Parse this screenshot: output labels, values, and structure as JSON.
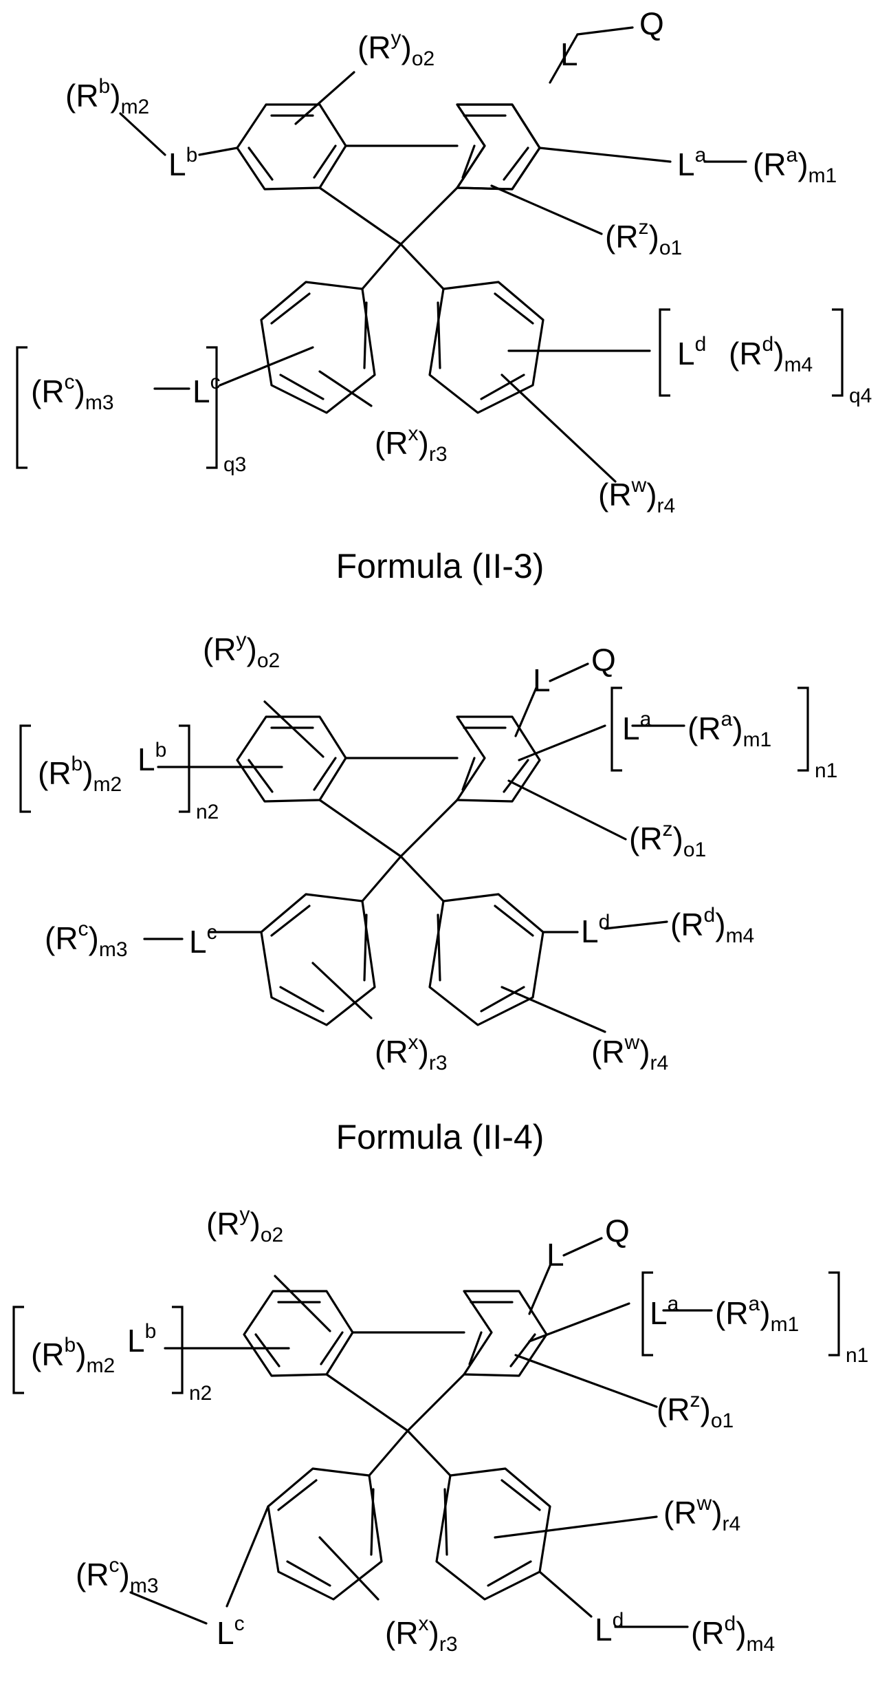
{
  "figure": {
    "structures": [
      {
        "id": "s1",
        "caption": "Formula (II-3)",
        "labels": {
          "Q": "Q",
          "L_q": "L",
          "Ry": "(R",
          "Ry_sup": "y",
          "Ry_sub": ")",
          "Ry_idx": "o2",
          "Rb": "(R",
          "Rb_sup": "b",
          "Rb_sub": ")",
          "Rb_idx": "m2",
          "Lb": "L",
          "Lb_sup": "b",
          "La": "L",
          "La_sup": "a",
          "Ra": "(R",
          "Ra_sup": "a",
          "Ra_sub": ")",
          "Ra_idx": "m1",
          "Rz": "(R",
          "Rz_sup": "z",
          "Rz_sub": ")",
          "Rz_idx": "o1",
          "Rc": "(R",
          "Rc_sup": "c",
          "Rc_sub": ")",
          "Rc_idx": "m3",
          "Lc": "L",
          "Lc_sup": "c",
          "q3": "q3",
          "Rx": "(R",
          "Rx_sup": "x",
          "Rx_sub": ")",
          "Rx_idx": "r3",
          "Ld": "L",
          "Ld_sup": "d",
          "Rd": "(R",
          "Rd_sup": "d",
          "Rd_sub": ")",
          "Rd_idx": "m4",
          "q4": "q4",
          "Rw": "(R",
          "Rw_sup": "w",
          "Rw_sub": ")",
          "Rw_idx": "r4"
        }
      },
      {
        "id": "s2",
        "caption": "Formula (II-4)",
        "labels": {
          "Q": "Q",
          "L_q": "L",
          "Ry": "(R",
          "Ry_sup": "y",
          "Ry_sub": ")",
          "Ry_idx": "o2",
          "Rb": "(R",
          "Rb_sup": "b",
          "Rb_sub": ")",
          "Rb_idx": "m2",
          "Lb": "L",
          "Lb_sup": "b",
          "n2": "n2",
          "La": "L",
          "La_sup": "a",
          "Ra": "(R",
          "Ra_sup": "a",
          "Ra_sub": ")",
          "Ra_idx": "m1",
          "n1": "n1",
          "Rz": "(R",
          "Rz_sup": "z",
          "Rz_sub": ")",
          "Rz_idx": "o1",
          "Rc": "(R",
          "Rc_sup": "c",
          "Rc_sub": ")",
          "Rc_idx": "m3",
          "Lc": "L",
          "Lc_sup": "c",
          "Rx": "(R",
          "Rx_sup": "x",
          "Rx_sub": ")",
          "Rx_idx": "r3",
          "Ld": "L",
          "Ld_sup": "d",
          "Rd": "(R",
          "Rd_sup": "d",
          "Rd_sub": ")",
          "Rd_idx": "m4",
          "Rw": "(R",
          "Rw_sup": "w",
          "Rw_sub": ")",
          "Rw_idx": "r4"
        }
      },
      {
        "id": "s3",
        "caption": "",
        "labels": {
          "Q": "Q",
          "L_q": "L",
          "Ry": "(R",
          "Ry_sup": "y",
          "Ry_sub": ")",
          "Ry_idx": "o2",
          "Rb": "(R",
          "Rb_sup": "b",
          "Rb_sub": ")",
          "Rb_idx": "m2",
          "Lb": "L",
          "Lb_sup": "b",
          "n2": "n2",
          "La": "L",
          "La_sup": "a",
          "Ra": "(R",
          "Ra_sup": "a",
          "Ra_sub": ")",
          "Ra_idx": "m1",
          "n1": "n1",
          "Rz": "(R",
          "Rz_sup": "z",
          "Rz_sub": ")",
          "Rz_idx": "o1",
          "Rw": "(R",
          "Rw_sup": "w",
          "Rw_sub": ")",
          "Rw_idx": "r4",
          "Rc": "(R",
          "Rc_sup": "c",
          "Rc_sub": ")",
          "Rc_idx": "m3",
          "Lc": "L",
          "Lc_sup": "c",
          "Rx": "(R",
          "Rx_sup": "x",
          "Rx_sub": ")",
          "Rx_idx": "r3",
          "Ld": "L",
          "Ld_sup": "d",
          "Rd": "(R",
          "Rd_sup": "d",
          "Rd_sub": ")",
          "Rd_idx": "m4"
        }
      }
    ]
  }
}
